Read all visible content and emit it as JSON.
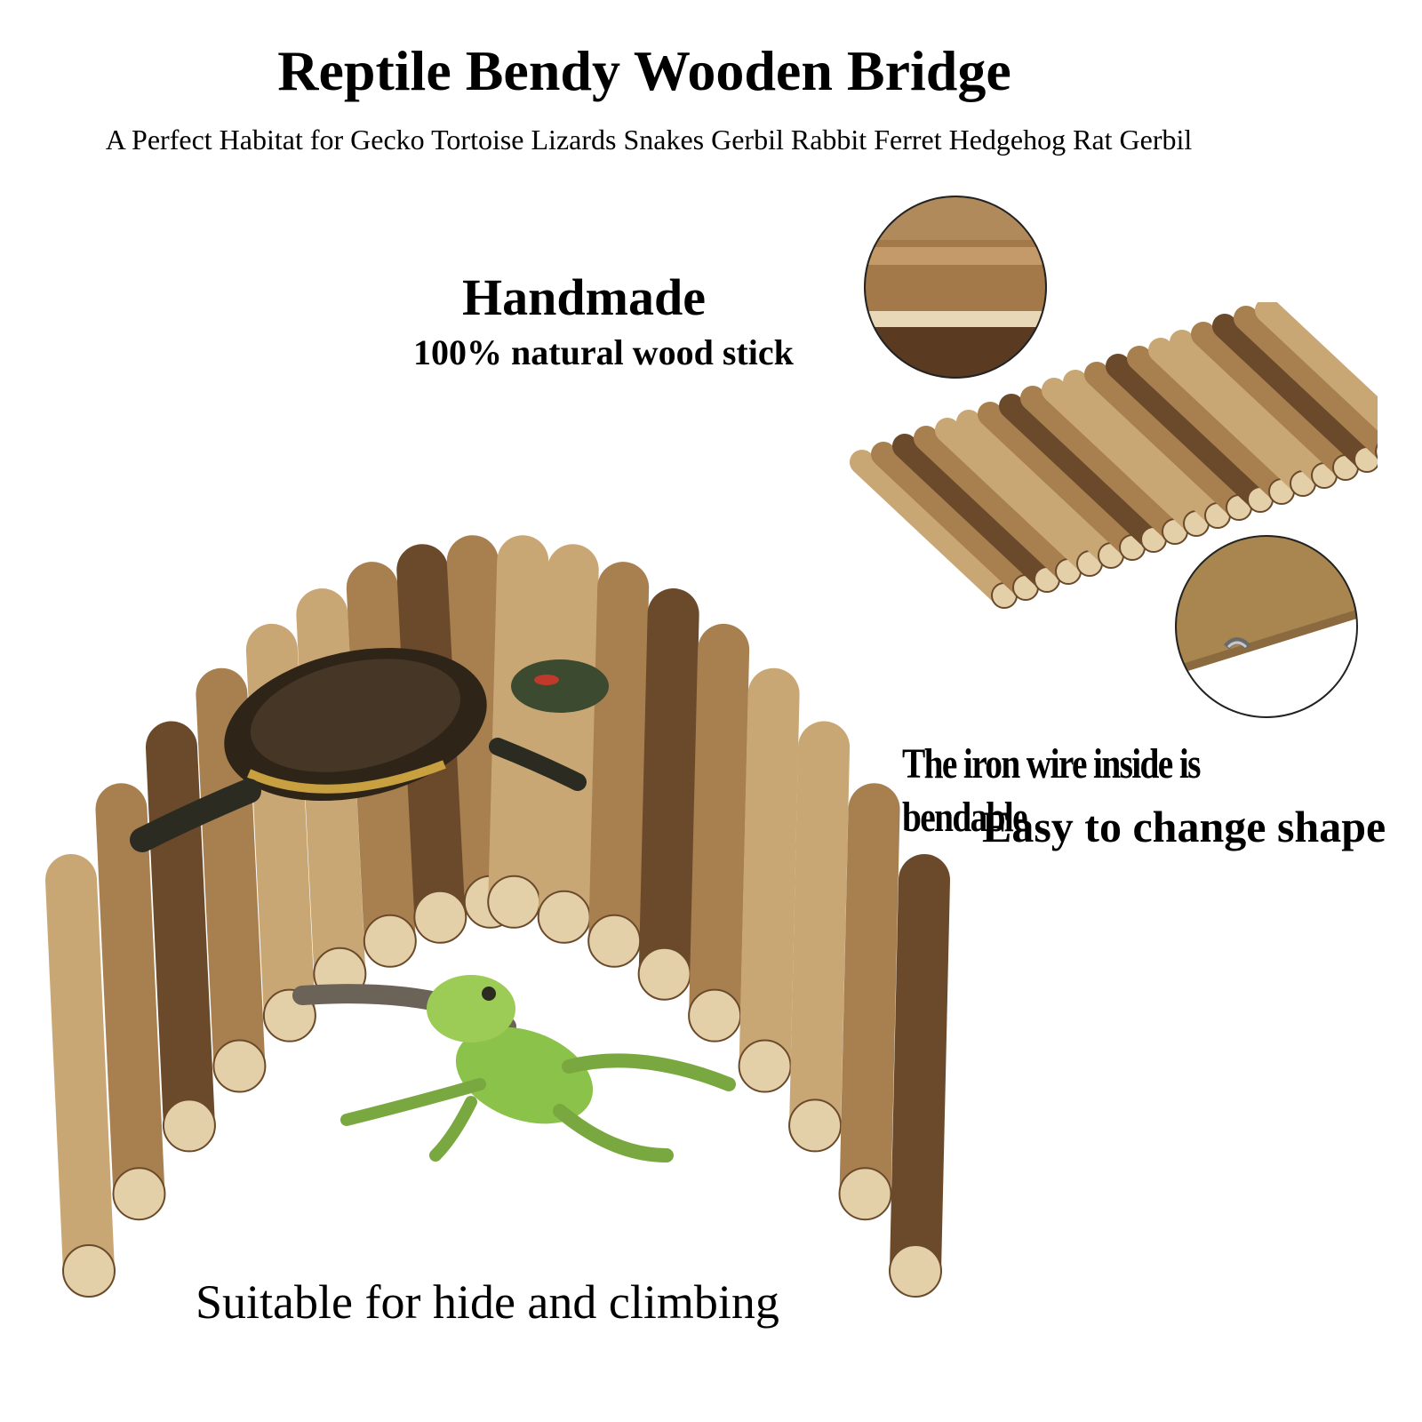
{
  "header": {
    "title": "Reptile Bendy Wooden Bridge",
    "subtitle": "A Perfect Habitat for Gecko Tortoise Lizards Snakes Gerbil Rabbit Ferret Hedgehog Rat Gerbil"
  },
  "features": {
    "handmade_title": "Handmade",
    "handmade_detail": "100% natural wood stick",
    "wire_line": "The iron wire inside is bendable",
    "shape_line": "Easy to change shape",
    "usage_line": "Suitable for hide and climbing"
  },
  "colors": {
    "wood_light": "#c9a774",
    "wood_mid": "#a87f4f",
    "wood_dark": "#6b4a2b",
    "wood_end": "#e3cfa8",
    "turtle_shell": "#2e2418",
    "lizard_green": "#8bc34a"
  }
}
